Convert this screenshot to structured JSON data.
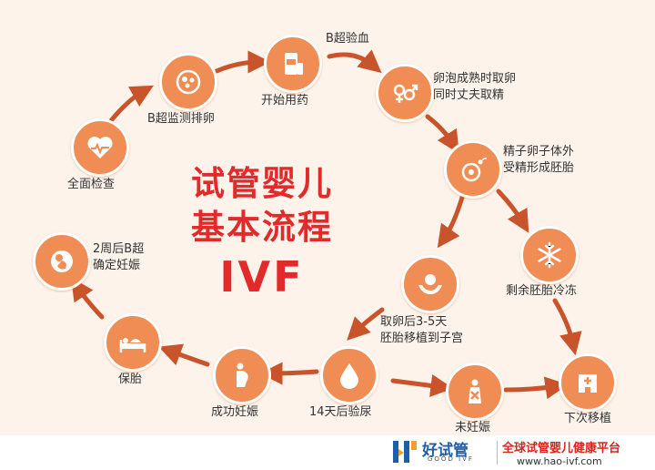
{
  "title": {
    "line1": "试管婴儿",
    "line2": "基本流程",
    "line3": "IVF"
  },
  "steps": {
    "checkup": "全面检查",
    "monitor": "B超监测排卵",
    "medication": "开始用药",
    "ultrasound_blood": "B超验血",
    "retrieval_line1": "卵泡成熟时取卵",
    "retrieval_line2": "同时丈夫取精",
    "fertilize_line1": "精子卵子体外",
    "fertilize_line2": "受精形成胚胎",
    "freeze": "剩余胚胎冷冻",
    "transfer_line1": "取卵后3-5天",
    "transfer_line2": "胚胎移植到子宫",
    "next_transfer": "下次移植",
    "not_pregnant": "未妊娠",
    "urine_test": "14天后验尿",
    "pregnant": "成功妊娠",
    "protect": "保胎",
    "confirm_line1": "2周后B超",
    "confirm_line2": "确定妊娠"
  },
  "icons": {
    "checkup": "heart-pulse-icon",
    "monitor": "ultrasound-icon",
    "medication": "medicine-icon",
    "retrieval": "gender-symbols-icon",
    "fertilize": "sperm-egg-icon",
    "freeze": "snowflake-icon",
    "transfer": "hands-embryo-icon",
    "next_transfer": "hospital-icon",
    "not_pregnant": "cross-pregnant-icon",
    "urine_test": "drop-icon",
    "pregnant": "pregnant-woman-icon",
    "protect": "bed-icon",
    "confirm": "fetus-icon"
  },
  "colors": {
    "node": "#ef8d55",
    "arrow": "#c9532a",
    "title": "#e32a2a",
    "background": "#fdf3ea"
  },
  "footer": {
    "brand": "好试管",
    "brand_sub": "GOOD IVF",
    "slogan": "全球试管婴儿健康平台",
    "url": "www.hao-ivf.com"
  }
}
